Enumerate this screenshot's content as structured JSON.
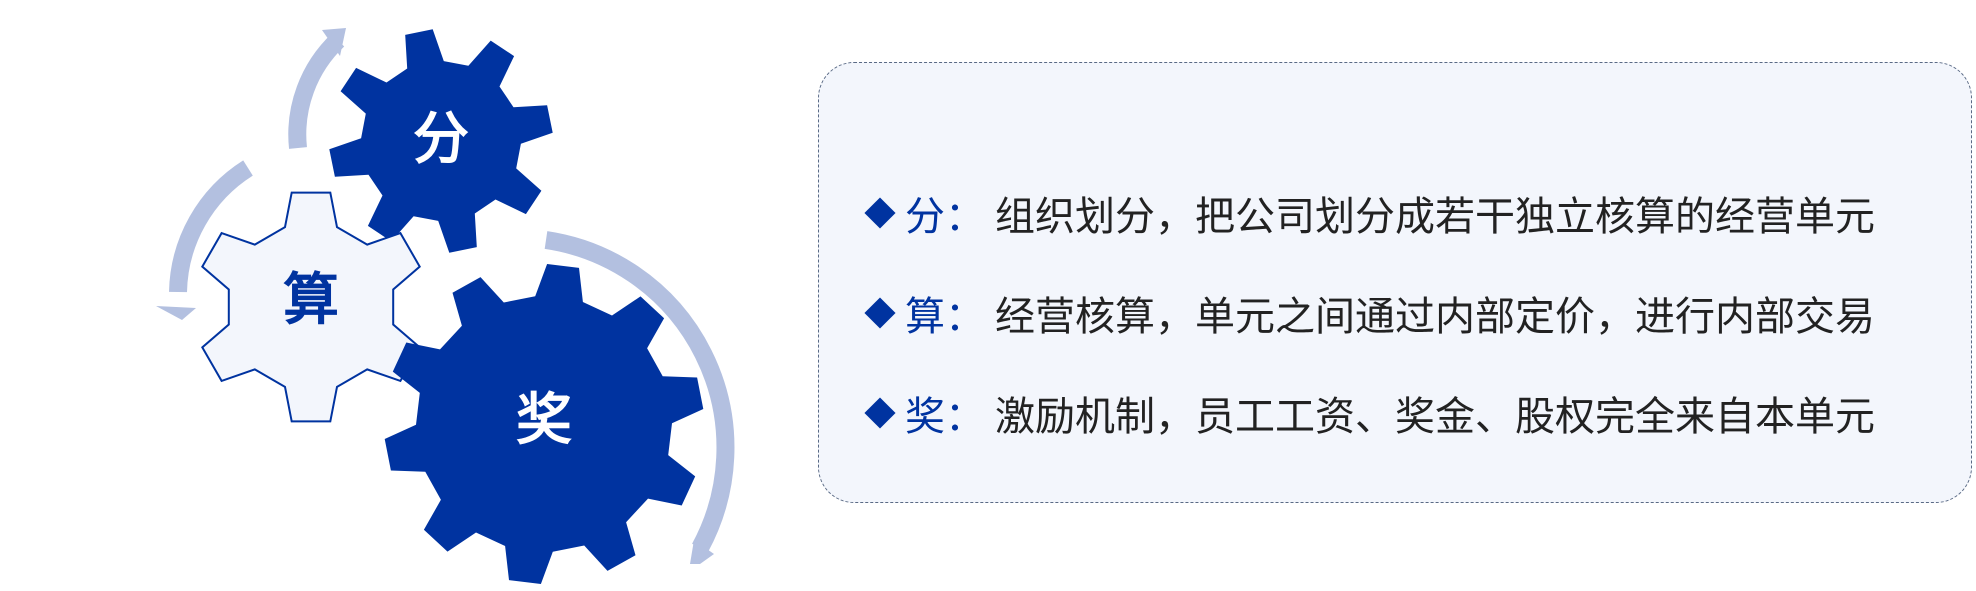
{
  "colors": {
    "primary": "#0033a0",
    "light_gear_fill": "#f3f6fc",
    "arrow": "#b3c0e0",
    "text": "#222222"
  },
  "gears": [
    {
      "id": "fen",
      "label": "分",
      "style": "dark"
    },
    {
      "id": "suan",
      "label": "算",
      "style": "light"
    },
    {
      "id": "jiang",
      "label": "奖",
      "style": "dark"
    }
  ],
  "items": [
    {
      "icon": "diamond-icon",
      "key": "分",
      "sep": "：",
      "text": "组织划分，把公司划分成若干独立核算的经营单元"
    },
    {
      "icon": "diamond-icon",
      "key": "算",
      "sep": "：",
      "text": "经营核算，单元之间通过内部定价，进行内部交易"
    },
    {
      "icon": "diamond-icon",
      "key": "奖",
      "sep": "：",
      "text": "激励机制，员工工资、奖金、股权完全来自本单元"
    }
  ]
}
